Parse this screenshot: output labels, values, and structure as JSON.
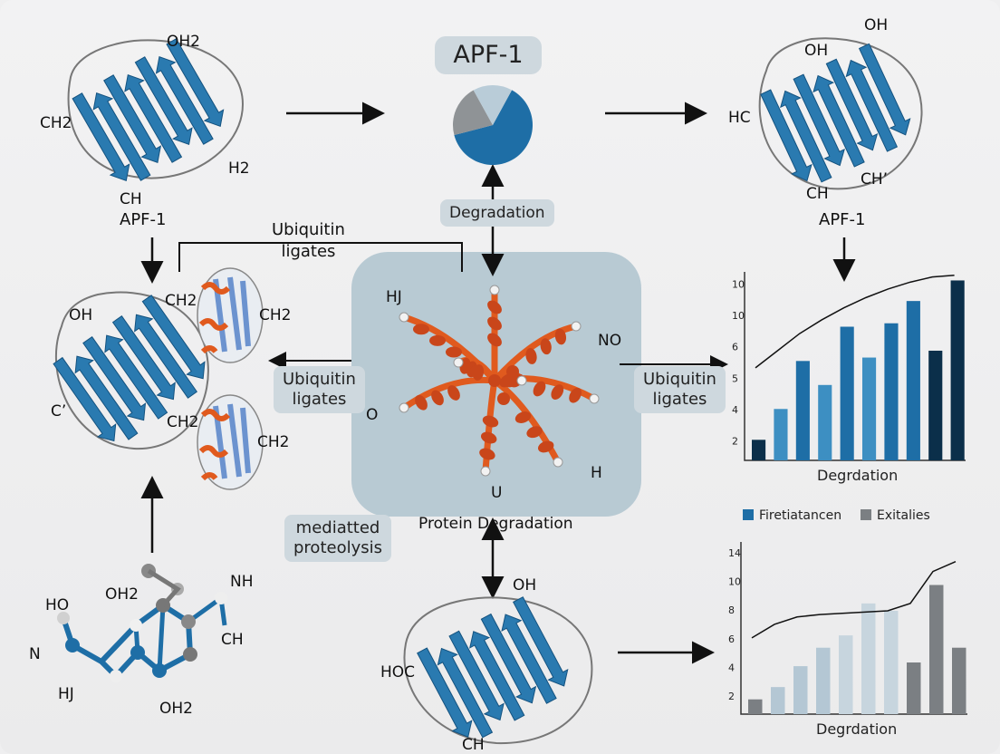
{
  "title": "APF-1",
  "labels": {
    "apf_left": "APF-1",
    "apf_right": "APF-1",
    "degradation_top": "Degradation",
    "ubiquitin_top": "Ubiquitin\nligates",
    "ubiquitin_left": "Ubiquitin\nligates",
    "ubiquitin_right": "Ubiquitin\nligates",
    "mediated": "mediatted\nproteolysis",
    "protein_degradation": "Protein Degradation"
  },
  "chem": {
    "tl_oh2": "OH2",
    "tl_ch2": "CH2",
    "tl_h2": "H2",
    "tl_ch": "CH",
    "tr_oh1": "OH",
    "tr_oh2": "OH",
    "tr_hc": "HC",
    "tr_ch1": "CH",
    "tr_ch2": "CH’",
    "ml_oh": "OH",
    "ml_ch2": "CH2",
    "ml_c": "C’",
    "ml_ch2b": "CH2",
    "ml2_ch2": "CH2",
    "ml2_ch2b": "CH2",
    "c_hj": "HJ",
    "c_no": "NO",
    "c_o": "O",
    "c_h": "H",
    "c_u": "U",
    "bl_ho": "HO",
    "bl_oh2": "OH2",
    "bl_nh": "NH",
    "bl_n": "N",
    "bl_ch": "CH",
    "bl_hj": "HJ",
    "bl_oh2b": "OH2",
    "bc_oh": "OH",
    "bc_hoc": "HOC",
    "bc_ch": "CH"
  },
  "colors": {
    "blue": "#2a7ab0",
    "orange": "#e05a1e",
    "panel": "#b8cad3",
    "pill": "#ced8de"
  },
  "pie": {
    "slices": [
      {
        "value": 0.63,
        "color": "#1e6ea6"
      },
      {
        "value": 0.21,
        "color": "#8f9396"
      },
      {
        "value": 0.16,
        "color": "#b9ccd8"
      }
    ]
  },
  "chart_data": [
    {
      "type": "bar",
      "xlabel": "Degrdation",
      "ylabel": "",
      "title": "",
      "yticks": [
        "2",
        "4",
        "5",
        "6",
        "10",
        "10"
      ],
      "values": [
        1.2,
        3.0,
        5.8,
        4.4,
        7.8,
        6.0,
        8.0,
        9.3,
        6.4,
        10.5
      ],
      "colors": [
        "#0b2f4a",
        "#3d8fc2",
        "#1e6ea6",
        "#3d8fc2",
        "#1e6ea6",
        "#3d8fc2",
        "#1e6ea6",
        "#1e6ea6",
        "#0b2f4a",
        "#0b2f4a"
      ],
      "ylim": [
        0,
        11
      ],
      "trend": [
        5.4,
        6.4,
        7.4,
        8.2,
        8.9,
        9.5,
        10.0,
        10.4,
        10.7,
        10.8
      ]
    },
    {
      "type": "bar",
      "xlabel": "Degrdation",
      "ylabel": "",
      "title": "",
      "yticks": [
        "2",
        "4",
        "6",
        "8",
        "10",
        "14"
      ],
      "legend": [
        "Firetiatancen",
        "Exitalies"
      ],
      "legend_colors": [
        "#1e6ea6",
        "#7b7f83"
      ],
      "values": [
        1.2,
        2.2,
        3.9,
        5.4,
        6.4,
        9.0,
        8.4,
        4.2,
        10.5,
        5.4
      ],
      "colors": [
        "#7b7f83",
        "#b4c7d4",
        "#b4c7d4",
        "#b4c7d4",
        "#c7d5de",
        "#c7d5de",
        "#c7d5de",
        "#7b7f83",
        "#7b7f83",
        "#7b7f83"
      ],
      "ylim": [
        0,
        14
      ],
      "trend": [
        6.2,
        7.3,
        7.9,
        8.1,
        8.2,
        8.3,
        8.4,
        9.0,
        11.6,
        12.4
      ]
    }
  ]
}
